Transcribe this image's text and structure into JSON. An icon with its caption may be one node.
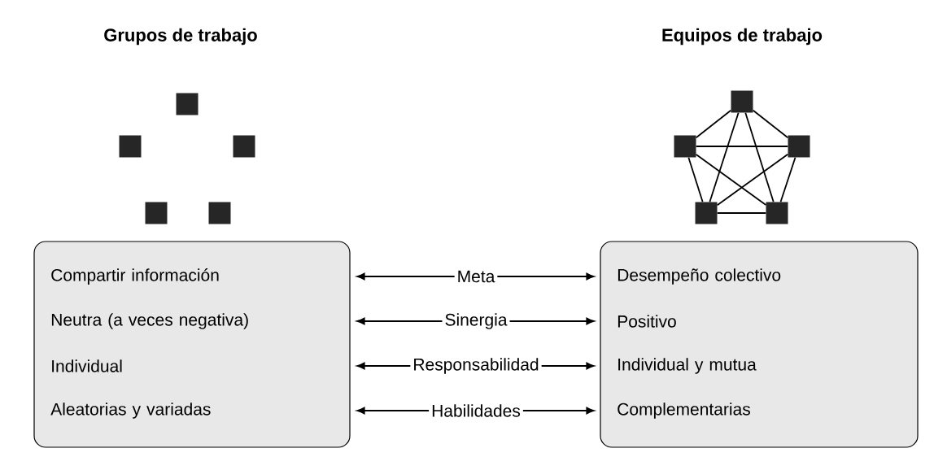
{
  "diagram": {
    "nodes": [
      {
        "text": [],
        "shape": "box"
      },
      {
        "text": [
          "Compartir información"
        ],
        "in": 0
      },
      {
        "text": [
          "Neutra (a veces negativa)"
        ],
        "in": 0
      },
      {
        "text": [
          "Individual"
        ],
        "in": 0
      },
      {
        "text": [
          "Aleatorias y variadas"
        ],
        "in": 0
      },
      {
        "text": [],
        "shape": "box"
      },
      {
        "text": [
          "Desempeño colectivo"
        ],
        "in": 5
      },
      {
        "text": [
          "Positivo"
        ],
        "in": 5
      },
      {
        "text": [
          "Individual y mutua"
        ],
        "in": 5
      },
      {
        "text": [
          "Complementarias"
        ],
        "in": 5
      },
      {
        "text": [],
        "shape": "box"
      },
      {
        "text": [],
        "shape": "box"
      },
      {
        "text": [],
        "shape": "box"
      },
      {
        "text": [],
        "shape": "box"
      },
      {
        "text": [],
        "shape": "box"
      },
      {
        "text": [],
        "shape": "box"
      },
      {
        "text": [],
        "shape": "box"
      },
      {
        "text": [],
        "shape": "box"
      },
      {
        "text": [],
        "shape": "box"
      },
      {
        "text": [],
        "shape": "box"
      }
    ],
    "edges": [
      {
        "from": 0,
        "to": 5,
        "arrow": "both",
        "label": "Meta"
      },
      {
        "from": 0,
        "to": 5,
        "arrow": "both",
        "label": "Sinergia"
      },
      {
        "from": 0,
        "to": 5,
        "arrow": "both",
        "label": "Responsabilidad"
      },
      {
        "from": 0,
        "to": 5,
        "arrow": "both",
        "label": "Habilidades"
      },
      {
        "from": 15,
        "to": 16,
        "arrow": "none"
      },
      {
        "from": 15,
        "to": 17,
        "arrow": "none"
      },
      {
        "from": 15,
        "to": 18,
        "arrow": "none"
      },
      {
        "from": 15,
        "to": 19,
        "arrow": "none"
      },
      {
        "from": 16,
        "to": 17,
        "arrow": "none"
      },
      {
        "from": 16,
        "to": 18,
        "arrow": "none"
      },
      {
        "from": 16,
        "to": 19,
        "arrow": "none"
      },
      {
        "from": 17,
        "to": 18,
        "arrow": "none"
      },
      {
        "from": 17,
        "to": 19,
        "arrow": "none"
      },
      {
        "from": 18,
        "to": 19,
        "arrow": "none"
      }
    ],
    "labels": [
      "Grupos de trabajo",
      "Equipos de trabajo"
    ]
  }
}
